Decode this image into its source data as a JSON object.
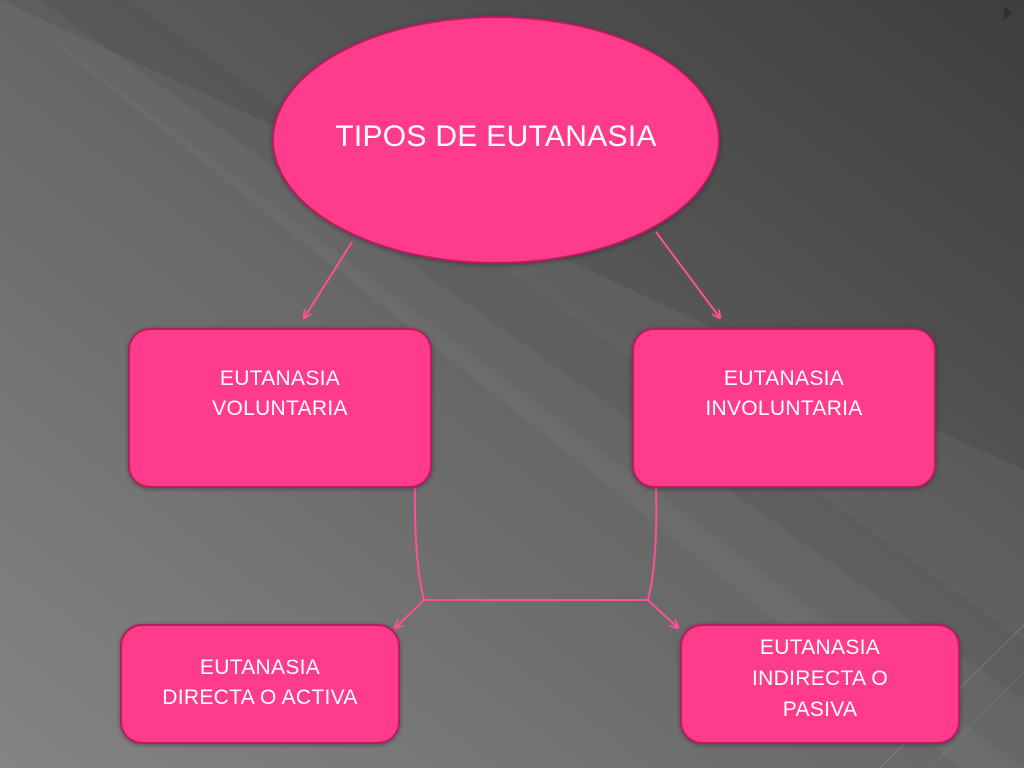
{
  "diagram": {
    "root": {
      "lines": [
        "TIPOS DE EUTANASIA"
      ]
    },
    "voluntaria": {
      "lines": [
        "EUTANASIA",
        "VOLUNTARIA"
      ]
    },
    "involuntaria": {
      "lines": [
        "EUTANASIA",
        "INVOLUNTARIA"
      ]
    },
    "directa": {
      "lines": [
        "EUTANASIA",
        "DIRECTA O ACTIVA"
      ]
    },
    "indirecta": {
      "lines": [
        "EUTANASIA",
        "INDIRECTA O",
        "PASIVA"
      ]
    }
  },
  "colors": {
    "node_fill": "#ff3b8b",
    "node_border": "#b81d5c",
    "connector": "#ff4f96",
    "text": "#ffffff",
    "background_dark": "#414141",
    "background_light": "#7c7c7c"
  }
}
